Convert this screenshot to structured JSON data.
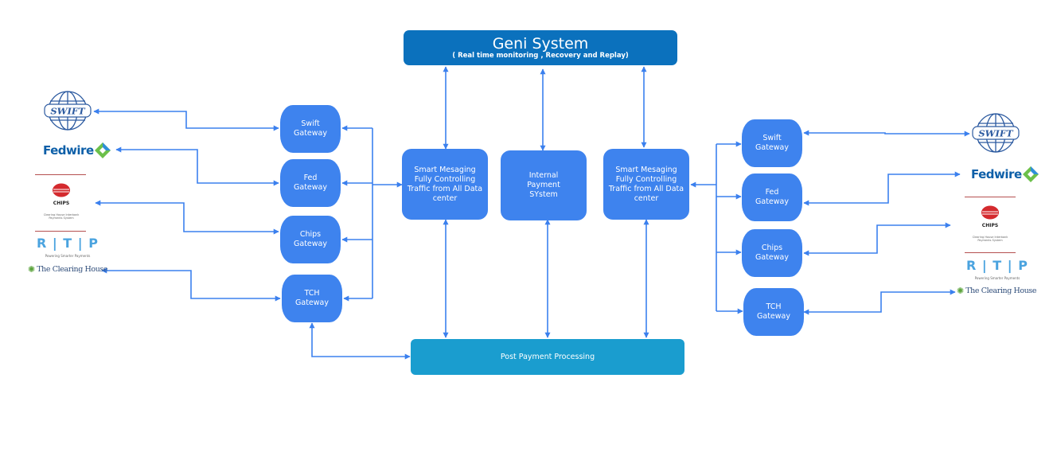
{
  "geni": {
    "title": "Geni System",
    "subtitle": "( Real time monitoring , Recovery and Replay)"
  },
  "core": {
    "smart_left": "Smart Mesaging Fully Controlling Traffic from All Data center",
    "internal": "Internal Payment SYstem",
    "smart_right": "Smart Mesaging Fully Controlling Traffic from All Data center"
  },
  "post": {
    "label": "Post Payment  Processing"
  },
  "gateways_left": [
    {
      "line1": "Swift",
      "line2": "Gateway"
    },
    {
      "line1": "Fed",
      "line2": "Gateway"
    },
    {
      "line1": "Chips",
      "line2": "Gateway"
    },
    {
      "line1": "TCH",
      "line2": "Gateway"
    }
  ],
  "gateways_right": [
    {
      "line1": "Swift",
      "line2": "Gateway"
    },
    {
      "line1": "Fed",
      "line2": "Gateway"
    },
    {
      "line1": "Chips",
      "line2": "Gateway"
    },
    {
      "line1": "TCH",
      "line2": "Gateway"
    }
  ],
  "logos": {
    "swift": "SWIFT",
    "fedwire": "Fedwire",
    "chips": "CHIPS",
    "chips_caption": "Clearing House Interbank Payments System",
    "rtp": "R | T | P",
    "rtp_tagline": "Powering Smarter Payments",
    "tch": "The Clearing House"
  },
  "colors": {
    "gateway": "#3e83ee",
    "geni": "#0b71bd",
    "post": "#1a9dcf",
    "wire": "#3b80ee"
  }
}
